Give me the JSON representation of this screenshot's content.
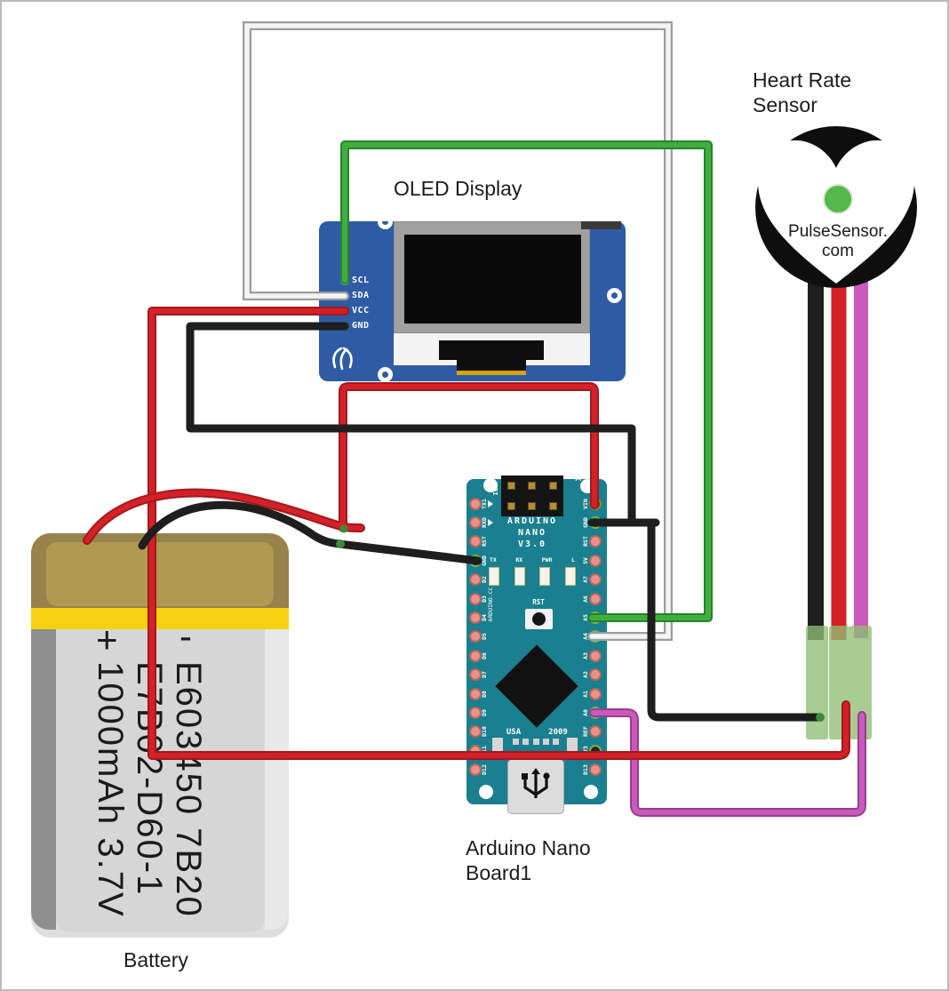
{
  "page": {
    "background": "#ffffff",
    "border_color": "#bcbcbc"
  },
  "labels": {
    "heart_line1": "Heart Rate",
    "heart_line2": "Sensor",
    "oled": "OLED Display",
    "nano_line1": "Arduino Nano",
    "nano_line2": "Board1",
    "battery": "Battery"
  },
  "sensor": {
    "brand_line1": "PulseSensor.",
    "brand_line2": "com",
    "body_color": "#0e0e0e",
    "dot_color": "#55b84c"
  },
  "oled": {
    "board_color": "#2e5ba3",
    "pin_labels": [
      "SCL",
      "SDA",
      "VCC",
      "GND"
    ],
    "pin_dot_colors": [
      "#5ab557",
      "#d9ecd4",
      "#9c231c",
      "#2e6b2e"
    ]
  },
  "nano": {
    "board_color": "#1a7f8e",
    "title_lines": [
      "ARDUINO",
      "NANO",
      "V3.0"
    ],
    "icsp_label": "ICSP",
    "pin_one": "1",
    "reset_label": "RST",
    "brand_vertical": "ARDUINO.CC",
    "usa_label": "USA",
    "year_label": "2009",
    "led_labels": [
      "TX",
      "RX",
      "PWR",
      "L"
    ],
    "pins_left": [
      "TX1",
      "RXD",
      "RST",
      "GND",
      "D2",
      "D3",
      "D4",
      "D5",
      "D6",
      "D7",
      "D8",
      "D9",
      "D10",
      "D11",
      "D12"
    ],
    "pins_right": [
      "VIN",
      "GND",
      "RST",
      "5V",
      "A7",
      "A6",
      "A5",
      "A4",
      "A3",
      "A2",
      "A1",
      "A0",
      "REF",
      "3V3",
      "D13"
    ],
    "green_ring_left": [
      3
    ],
    "green_ring_right": [
      1,
      6,
      7,
      11,
      13
    ],
    "vin_ring_right": [
      0
    ]
  },
  "battery": {
    "plus": "+",
    "minus": "-",
    "lines": [
      "E603450 7B20",
      "E7B02-D60-1",
      "1000mAh 3.7V"
    ]
  },
  "wires": {
    "red": "#d42127",
    "red_edge": "#a01a1f",
    "green": "#3fae3f",
    "green_edge": "#27822a",
    "magenta": "#c95abc",
    "magenta_edge": "#993d8d",
    "black": "#1e1e1e",
    "gray_core": "#f4f4f4",
    "gray_edge": "#9c9c9c",
    "sleeve": "#8fbe72",
    "junction_dot": "#3c8a3c"
  }
}
